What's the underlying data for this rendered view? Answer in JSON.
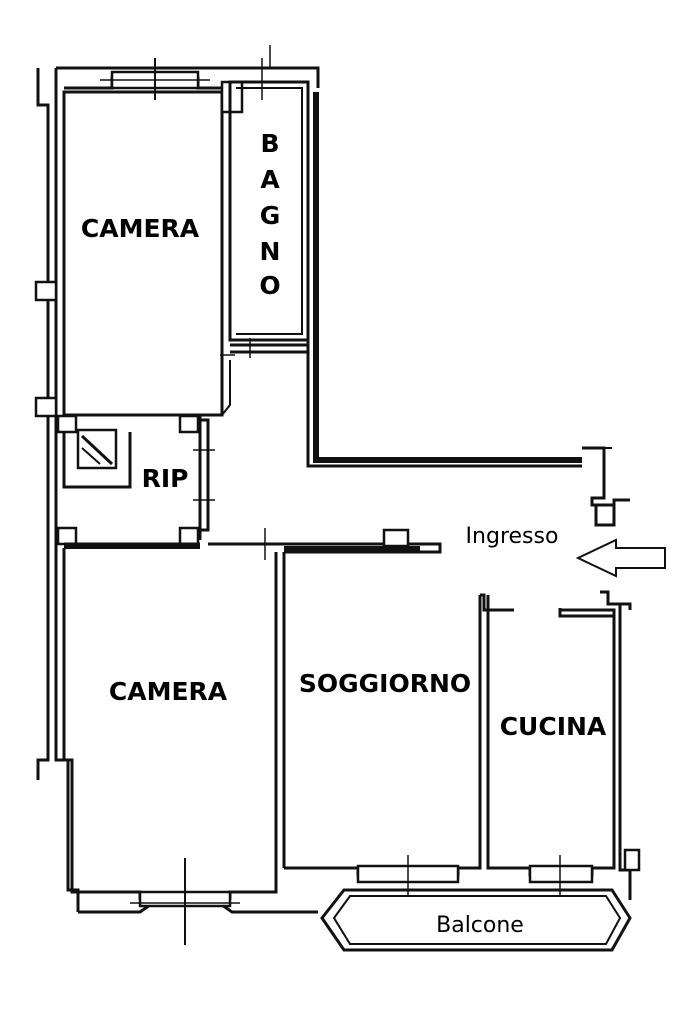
{
  "rooms": {
    "camera_top": "CAMERA",
    "bagno": [
      "B",
      "A",
      "G",
      "N",
      "O"
    ],
    "rip": "RIP",
    "camera_bottom": "CAMERA",
    "soggiorno": "SOGGIORNO",
    "cucina": "CUCINA",
    "balcone": "Balcone"
  },
  "entrance": {
    "label": "Ingresso"
  }
}
